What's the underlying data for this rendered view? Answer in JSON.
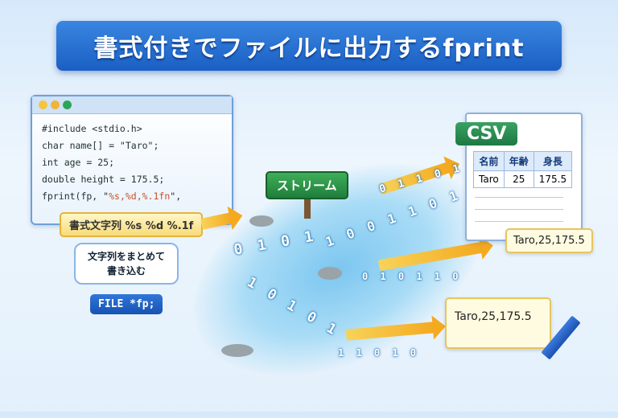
{
  "title": "書式付きでファイルに出力するfprint",
  "editor": {
    "lines": [
      "#include <stdio.h>",
      "char name[] = \"Taro\";",
      "int age = 25;",
      "double height = 175.5;"
    ],
    "fprint_prefix": "fprint(fp, \"",
    "fprint_format": "%s,%d,%.1fn",
    "fprint_suffix": "\","
  },
  "format_label": "書式文字列  %s %d %.1f",
  "bubble": "文字列をまとめて書き込む",
  "file_pointer": "FILE *fp;",
  "stream_sign": "ストリーム",
  "bits": [
    "0 1 0 1",
    "1 0 0 1 1 0 1",
    "0 1 1 0 1",
    "1 0 1 0 1",
    "0 1 0 1 1 0",
    "1 1 0 1 0"
  ],
  "csv": {
    "label": "CSV",
    "headers": [
      "名前",
      "年齢",
      "身長"
    ],
    "row": [
      "Taro",
      "25",
      "175.5"
    ]
  },
  "output_line_1": "Taro,25,175.5",
  "output_line_2": "Taro,25,175.5",
  "colors": {
    "banner": "#1a5fc4",
    "sign": "#1f7e3b",
    "arrow": "#f4a91f"
  }
}
